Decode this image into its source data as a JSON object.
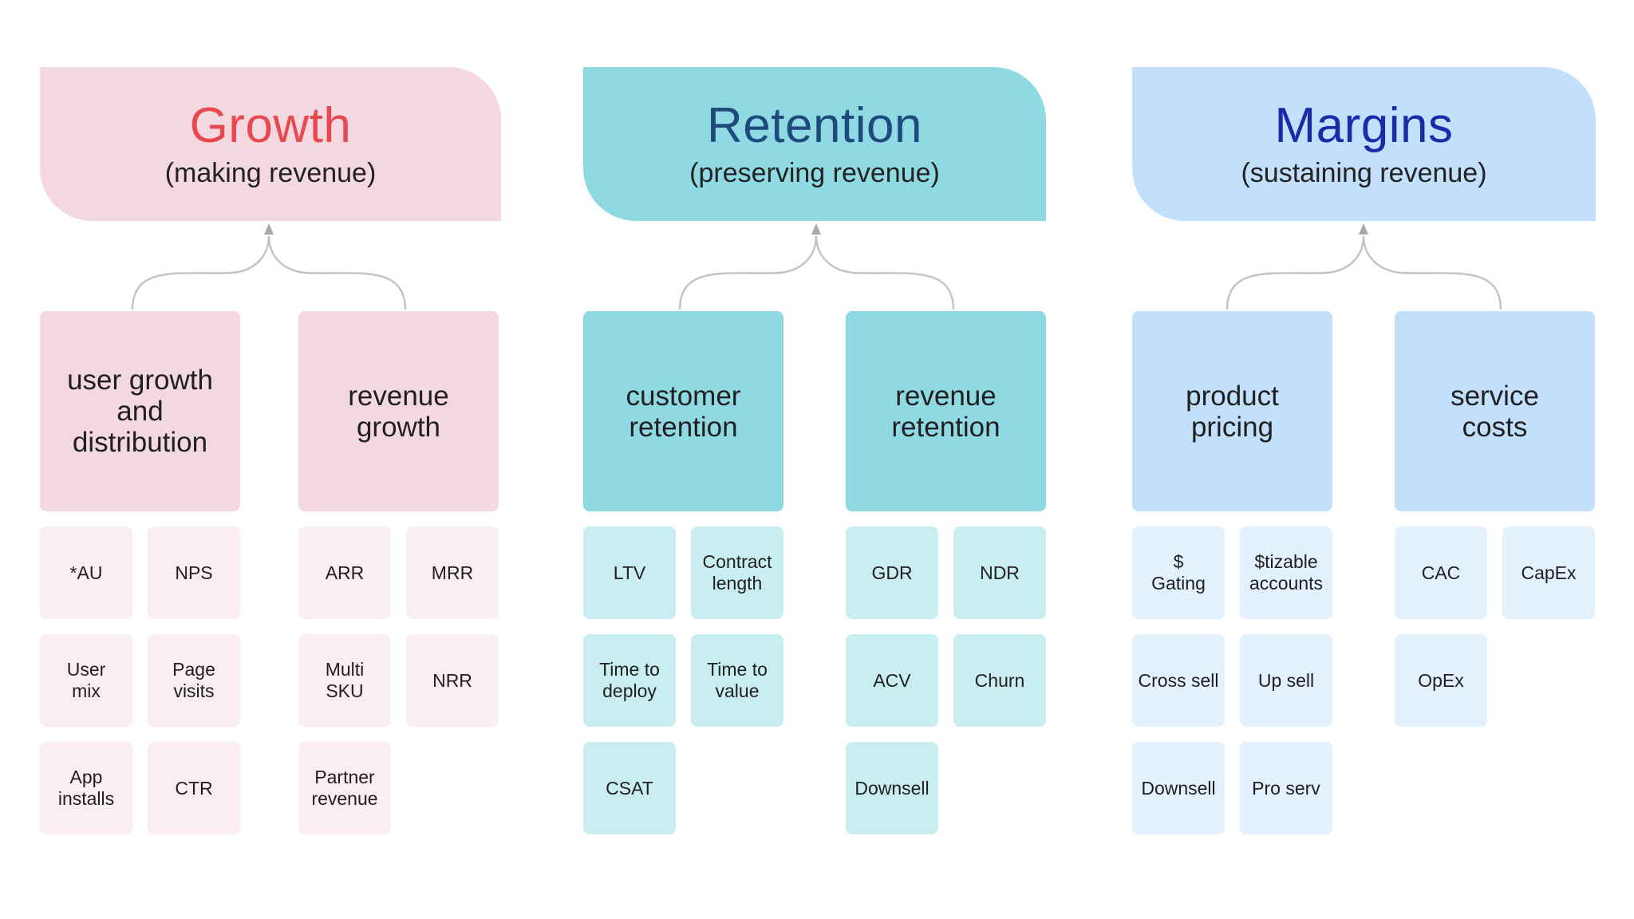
{
  "colors": {
    "growth_header": "#f3d9df",
    "growth_title": "#e8484f",
    "growth_category": "#f3d9df",
    "growth_metric": "#fbeef0",
    "retention_header": "#8fd9e3",
    "retention_title": "#1f4a7e",
    "retention_category": "#8fd9e3",
    "retention_metric": "#c8eef2",
    "margins_header": "#c2e0fb",
    "margins_title": "#1b2aa8",
    "margins_category": "#c2e0fb",
    "margins_metric": "#e3f0fd",
    "connector": "#c4c4c4"
  },
  "pillars": {
    "growth": {
      "title": "Growth",
      "subtitle": "(making revenue)",
      "categories": [
        {
          "label": "user growth and distribution",
          "metrics": [
            "*AU",
            "NPS",
            "User mix",
            "Page visits",
            "App installs",
            "CTR"
          ]
        },
        {
          "label": "revenue growth",
          "metrics": [
            "ARR",
            "MRR",
            "Multi SKU",
            "NRR",
            "Partner revenue"
          ]
        }
      ]
    },
    "retention": {
      "title": "Retention",
      "subtitle": "(preserving revenue)",
      "categories": [
        {
          "label": "customer retention",
          "metrics": [
            "LTV",
            "Contract length",
            "Time to deploy",
            "Time to value",
            "CSAT"
          ]
        },
        {
          "label": "revenue retention",
          "metrics": [
            "GDR",
            "NDR",
            "ACV",
            "Churn",
            "Downsell"
          ]
        }
      ]
    },
    "margins": {
      "title": "Margins",
      "subtitle": "(sustaining revenue)",
      "categories": [
        {
          "label": "product pricing",
          "metrics": [
            "$ Gating",
            "$tizable accounts",
            "Cross sell",
            "Up sell",
            "Downsell",
            "Pro serv"
          ]
        },
        {
          "label": "service costs",
          "metrics": [
            "CAC",
            "CapEx",
            "OpEx"
          ]
        }
      ]
    }
  }
}
